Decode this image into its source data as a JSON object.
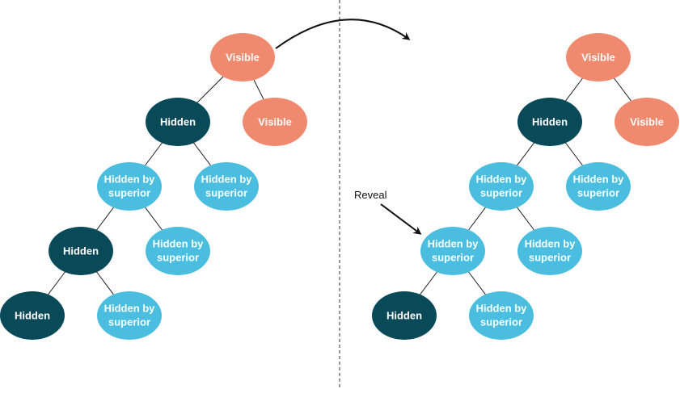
{
  "colors": {
    "visible": "#F08A6E",
    "hidden": "#084A58",
    "hidden_by_superior": "#4BBEDF",
    "edge": "#1F1F1F",
    "divider": "#333333"
  },
  "labels": {
    "visible": "Visible",
    "hidden": "Hidden",
    "hidden_by_superior_line1": "Hidden by",
    "hidden_by_superior_line2": "superior"
  },
  "annotation": {
    "reveal": "Reveal"
  },
  "trees": [
    {
      "id": "before",
      "nodes": [
        {
          "id": "a1",
          "state": "visible"
        },
        {
          "id": "a2",
          "state": "hidden"
        },
        {
          "id": "a3",
          "state": "visible"
        },
        {
          "id": "a4",
          "state": "hidden_by_superior"
        },
        {
          "id": "a5",
          "state": "hidden_by_superior"
        },
        {
          "id": "a6",
          "state": "hidden"
        },
        {
          "id": "a7",
          "state": "hidden_by_superior"
        },
        {
          "id": "a8",
          "state": "hidden"
        },
        {
          "id": "a9",
          "state": "hidden_by_superior"
        }
      ],
      "edges": [
        [
          "a1",
          "a2"
        ],
        [
          "a1",
          "a3"
        ],
        [
          "a2",
          "a4"
        ],
        [
          "a2",
          "a5"
        ],
        [
          "a4",
          "a6"
        ],
        [
          "a4",
          "a7"
        ],
        [
          "a6",
          "a8"
        ],
        [
          "a6",
          "a9"
        ]
      ]
    },
    {
      "id": "after",
      "nodes": [
        {
          "id": "b1",
          "state": "visible"
        },
        {
          "id": "b2",
          "state": "hidden"
        },
        {
          "id": "b3",
          "state": "visible"
        },
        {
          "id": "b4",
          "state": "hidden_by_superior"
        },
        {
          "id": "b5",
          "state": "hidden_by_superior"
        },
        {
          "id": "b6",
          "state": "hidden_by_superior"
        },
        {
          "id": "b7",
          "state": "hidden_by_superior"
        },
        {
          "id": "b8",
          "state": "hidden"
        },
        {
          "id": "b9",
          "state": "hidden_by_superior"
        }
      ],
      "edges": [
        [
          "b1",
          "b2"
        ],
        [
          "b1",
          "b3"
        ],
        [
          "b2",
          "b4"
        ],
        [
          "b2",
          "b5"
        ],
        [
          "b4",
          "b6"
        ],
        [
          "b4",
          "b7"
        ],
        [
          "b6",
          "b8"
        ],
        [
          "b6",
          "b9"
        ]
      ]
    }
  ]
}
